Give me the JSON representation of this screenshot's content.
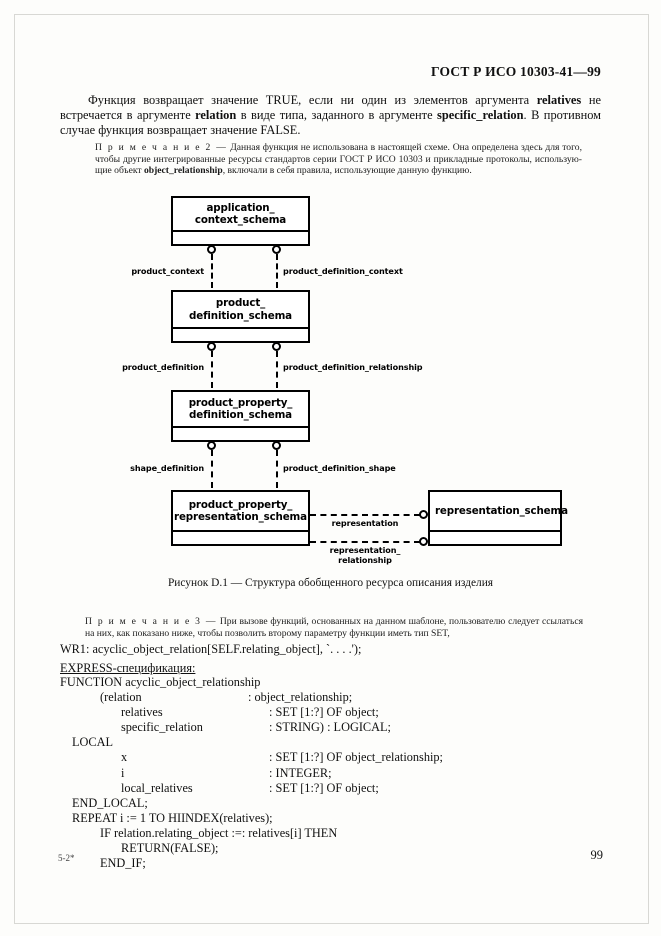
{
  "header": {
    "standard": "ГОСТ Р ИСО 10303-41—99"
  },
  "intro": {
    "part1": "Функция возвращает значение TRUE, если ни один из элементов аргумента ",
    "bold1": "relatives",
    "part2": " не встречается в аргументе ",
    "bold2": "relation",
    "part3": " в виде типа, заданного в аргументе ",
    "bold3": "specific_relation",
    "part4": ". В противном случае функция возвращает значение FALSE."
  },
  "note2": {
    "label": "П р и м е ч а н и е  2 —",
    "part1": " Данная функция не использована в настоящей схеме. Она определена здесь для того, чтобы другие интегрированные  ресурсы  стандартов серии ГОСТ Р ИСО 10303 и прикладные протоколы, использую­щие объект ",
    "bold1": "object_relationship",
    "part2": ", включали в себя правила, использующие данную функцию."
  },
  "note3": {
    "label": "П р и м е ч а н и е  3 —",
    "text": " При вызове функций, основанных на данном шаблоне, пользователю следует ссылаться на них, как показано ниже, чтобы позволить второму параметру функции иметь тип SET,"
  },
  "wr_line": "WR1: acyclic_object_relation[SELF.relating_object], `. . . .');",
  "figure": {
    "caption": "Рисунок D.1 — Структура обобщенного ресурса описания изделия",
    "boxes": [
      {
        "id": "application-context-schema",
        "label": "application_\ncontext_schema"
      },
      {
        "id": "product-definition-schema",
        "label": "product_\ndefinition_schema"
      },
      {
        "id": "product-property-definition-schema",
        "label": "product_property_\ndefinition_schema"
      },
      {
        "id": "product-property-representation-schema",
        "label": "product_property_\nrepresentation_schema"
      },
      {
        "id": "representation-schema",
        "label": "representation_schema"
      }
    ],
    "labels": {
      "product_context": "product_context",
      "product_definition_context": "product_definition_context",
      "product_definition": "product_definition",
      "product_definition_relationship": "product_definition_relationship",
      "shape_definition": "shape_definition",
      "product_definition_shape": "product_definition_shape",
      "representation": "representation",
      "representation_relationship": "representation_\nrelationship"
    }
  },
  "express": {
    "heading": "EXPRESS-спецификация:",
    "lines": [
      {
        "indent": 0,
        "text": "FUNCTION acyclic_object_relationship"
      },
      {
        "indent": 2,
        "name": "(relation",
        "type": ": object_relationship;"
      },
      {
        "indent": 3,
        "name": "relatives",
        "type": ": SET [1:?] OF object;"
      },
      {
        "indent": 3,
        "name": "specific_relation",
        "type": ": STRING) : LOGICAL;"
      },
      {
        "indent": 1,
        "text": "LOCAL"
      },
      {
        "indent": 3,
        "name": "x",
        "type": ": SET [1:?] OF object_relationship;"
      },
      {
        "indent": 3,
        "name": "i",
        "type": ": INTEGER;"
      },
      {
        "indent": 3,
        "name": "local_relatives",
        "type": ": SET [1:?] OF object;"
      },
      {
        "indent": 1,
        "text": "END_LOCAL;"
      },
      {
        "indent": 1,
        "text": "REPEAT i := 1 TO HIINDEX(relatives);"
      },
      {
        "indent": 2,
        "text": "IF relation.relating_object :=: relatives[i] THEN"
      },
      {
        "indent": 3,
        "text": "RETURN(FALSE);"
      },
      {
        "indent": 2,
        "text": "END_IF;"
      }
    ]
  },
  "footer": {
    "signature": "5-2*",
    "page_number": "99"
  }
}
